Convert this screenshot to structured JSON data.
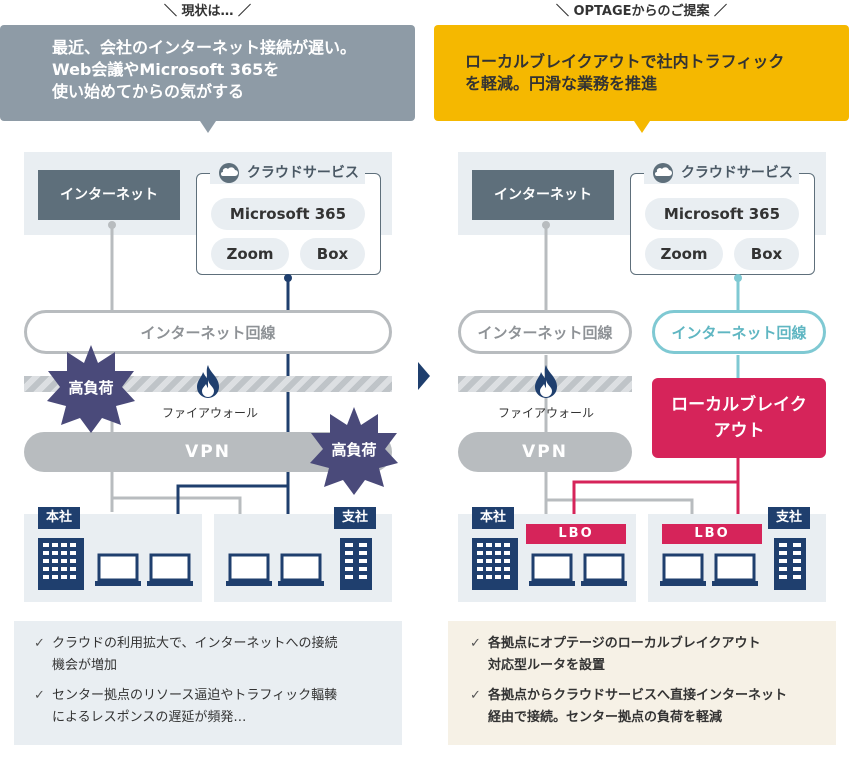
{
  "left": {
    "heading": "＼ 現状は… ／",
    "bubble_lines": [
      "最近、会社のインターネット接続が遅い。",
      "Web会議やMicrosoft 365を",
      "使い始めてからの気がする"
    ],
    "internet": "インターネット",
    "cloud_title": "クラウドサービス",
    "services": [
      "Microsoft 365",
      "Zoom",
      "Box"
    ],
    "line_label": "インターネット回線",
    "firewall": "ファイアウォール",
    "vpn": "VPN",
    "high_load": "高負荷",
    "hq": "本社",
    "branch": "支社",
    "notes": [
      [
        "クラウドの利用拡大で、インターネットへの接続",
        "機会が増加"
      ],
      [
        "センター拠点のリソース逼迫やトラフィック輻輳",
        "によるレスポンスの遅延が頻発…"
      ]
    ]
  },
  "right": {
    "heading": "＼ OPTAGEからのご提案 ／",
    "bubble_lines": [
      "ローカルブレイクアウトで社内トラフィック",
      "を軽減。円滑な業務を推進"
    ],
    "internet": "インターネット",
    "cloud_title": "クラウドサービス",
    "services": [
      "Microsoft 365",
      "Zoom",
      "Box"
    ],
    "line_label": "インターネット回線",
    "line_label2": "インターネット回線",
    "firewall": "ファイアウォール",
    "vpn": "VPN",
    "lbo_box_lines": [
      "ローカルブレイク",
      "アウト"
    ],
    "lbo": "LBO",
    "hq": "本社",
    "branch": "支社",
    "notes": [
      [
        "各拠点にオプテージのローカルブレイクアウト",
        "対応型ルータを設置"
      ],
      [
        "各拠点からクラウドサービスへ直接インターネット",
        "経由で接続。センター拠点の負荷を軽減"
      ]
    ]
  },
  "colors": {
    "grey_bubble": "#8e9ba6",
    "yellow_bubble": "#f5b800",
    "navy": "#1f3f6e",
    "magenta": "#d6245a",
    "teal": "#7fc9d3",
    "star": "#4a4a7a"
  }
}
